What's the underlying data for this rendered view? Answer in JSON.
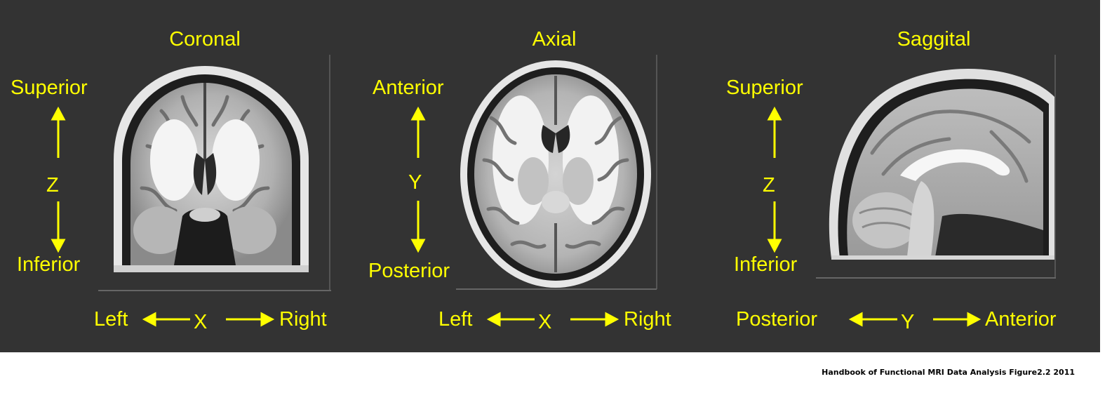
{
  "colors": {
    "panel_background": "#333333",
    "label_color": "#ffff00",
    "page_background": "#ffffff"
  },
  "views": [
    {
      "id": "coronal",
      "title": "Coronal",
      "vertical": {
        "top": "Superior",
        "axis": "Z",
        "bottom": "Inferior"
      },
      "horizontal": {
        "left": "Left",
        "axis": "X",
        "right": "Right"
      }
    },
    {
      "id": "axial",
      "title": "Axial",
      "vertical": {
        "top": "Anterior",
        "axis": "Y",
        "bottom": "Posterior"
      },
      "horizontal": {
        "left": "Left",
        "axis": "X",
        "right": "Right"
      }
    },
    {
      "id": "saggital",
      "title": "Saggital",
      "vertical": {
        "top": "Superior",
        "axis": "Z",
        "bottom": "Inferior"
      },
      "horizontal": {
        "left": "Posterior",
        "axis": "Y",
        "right": "Anterior"
      }
    }
  ],
  "caption": "Handbook of Functional MRI Data Analysis Figure2.2 2011"
}
